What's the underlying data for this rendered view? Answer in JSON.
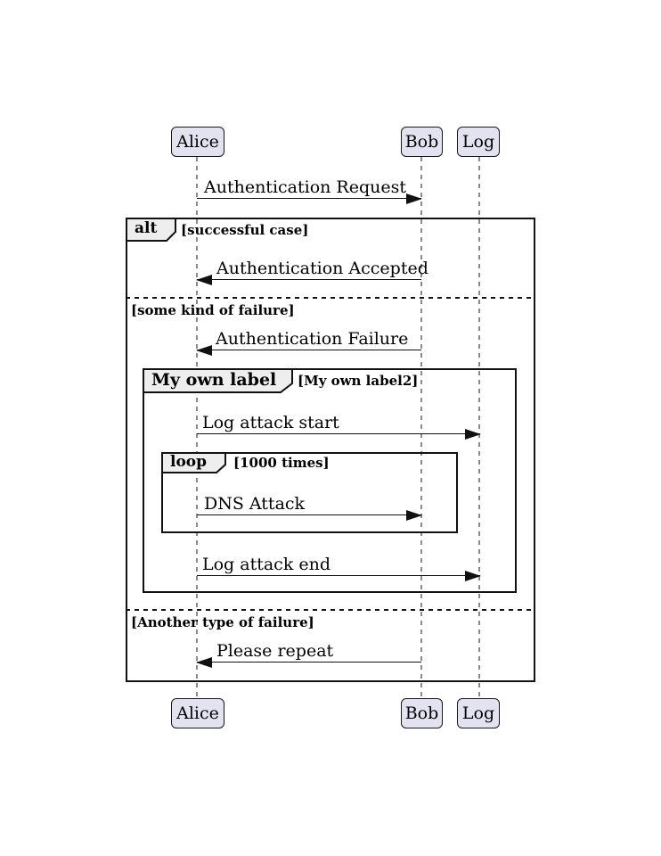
{
  "diagram_type": "uml-sequence-diagram",
  "participants": [
    {
      "name": "Alice"
    },
    {
      "name": "Bob"
    },
    {
      "name": "Log"
    }
  ],
  "messages": [
    {
      "label": "Authentication Request",
      "from": "Alice",
      "to": "Bob"
    },
    {
      "label": "Authentication Accepted",
      "from": "Bob",
      "to": "Alice"
    },
    {
      "label": "Authentication Failure",
      "from": "Bob",
      "to": "Alice"
    },
    {
      "label": "Log attack start",
      "from": "Alice",
      "to": "Log"
    },
    {
      "label": "DNS Attack",
      "from": "Alice",
      "to": "Bob"
    },
    {
      "label": "Log attack end",
      "from": "Alice",
      "to": "Log"
    },
    {
      "label": "Please repeat",
      "from": "Bob",
      "to": "Alice"
    }
  ],
  "frames": {
    "alt": {
      "operator": "alt",
      "guard": "[successful case]"
    },
    "alt_else_1": {
      "guard": "[some kind of failure]"
    },
    "alt_else_2": {
      "guard": "[Another type of failure]"
    },
    "group": {
      "operator": "My own label",
      "guard": "[My own label2]"
    },
    "loop": {
      "operator": "loop",
      "guard": "[1000 times]"
    }
  },
  "colors": {
    "background": "#FFFFFF",
    "participant_fill": "#E2E2F0",
    "participant_border": "#181818",
    "frame_border": "#121212",
    "operator_tab_fill": "#EEEEEE",
    "lifeline": "#8A8A8A",
    "text": "#000000"
  }
}
